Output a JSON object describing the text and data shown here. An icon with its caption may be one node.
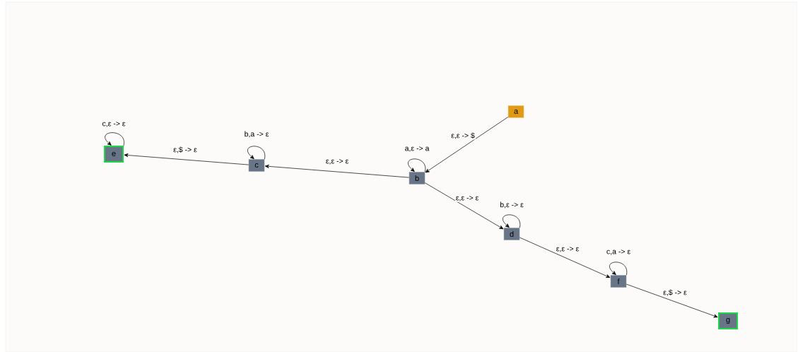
{
  "diagram": {
    "nodes": [
      {
        "text": [
          "a"
        ]
      },
      {
        "text": [
          "b"
        ]
      },
      {
        "text": [
          "c"
        ]
      },
      {
        "text": [
          "e"
        ]
      },
      {
        "text": [
          "d"
        ]
      },
      {
        "text": [
          "f"
        ]
      },
      {
        "text": [
          "g"
        ]
      }
    ],
    "edges": [
      {
        "from": 0,
        "to": 1,
        "arrow": "to",
        "label": "ε,ε -> $"
      },
      {
        "from": 1,
        "to": 1,
        "arrow": "to",
        "label": "a,ε -> a"
      },
      {
        "from": 1,
        "to": 2,
        "arrow": "to",
        "label": "ε,ε -> ε"
      },
      {
        "from": 2,
        "to": 2,
        "arrow": "to",
        "label": "b,a -> ε"
      },
      {
        "from": 2,
        "to": 3,
        "arrow": "to",
        "label": "ε,$ -> ε"
      },
      {
        "from": 3,
        "to": 3,
        "arrow": "to",
        "label": "c,ε -> ε"
      },
      {
        "from": 1,
        "to": 4,
        "arrow": "to",
        "label": "ε,ε -> ε"
      },
      {
        "from": 4,
        "to": 4,
        "arrow": "to",
        "label": "b,ε -> ε"
      },
      {
        "from": 4,
        "to": 5,
        "arrow": "to",
        "label": "ε,ε -> ε"
      },
      {
        "from": 5,
        "to": 5,
        "arrow": "to",
        "label": "c,a -> ε"
      },
      {
        "from": 5,
        "to": 6,
        "arrow": "to",
        "label": "ε,$ -> ε"
      }
    ]
  }
}
